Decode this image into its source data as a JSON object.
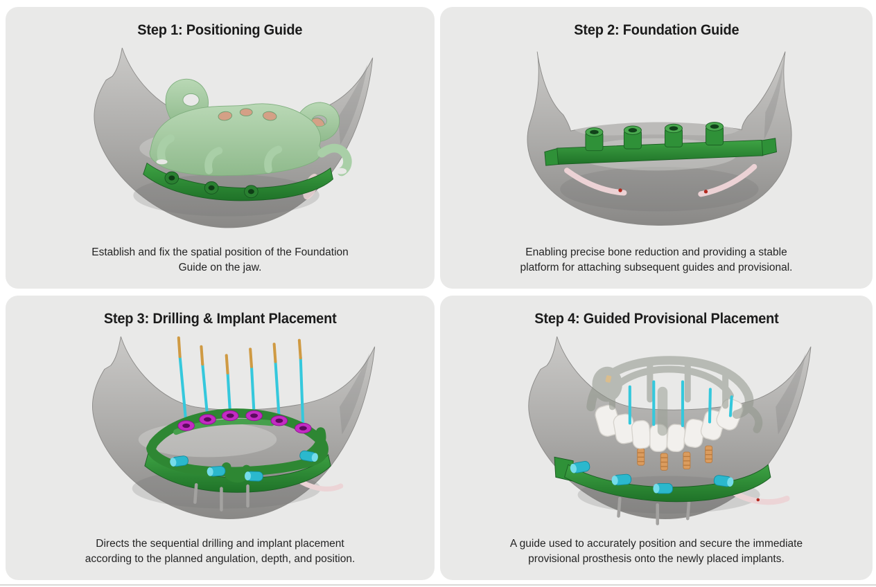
{
  "page": {
    "background": "#ffffff",
    "panel_background": "#e9e9e8"
  },
  "panels": [
    {
      "id": "step-1",
      "title": "Step 1: Positioning Guide",
      "caption_lines": [
        "Establish and fix the spatial position of the Foundation",
        "Guide on the jaw."
      ],
      "illustration": "mandible-with-positioning-guide"
    },
    {
      "id": "step-2",
      "title": "Step 2: Foundation Guide",
      "caption_lines": [
        "Enabling precise bone reduction and providing a stable",
        "platform for attaching subsequent guides and provisional."
      ],
      "illustration": "mandible-with-foundation-guide"
    },
    {
      "id": "step-3",
      "title": "Step 3: Drilling & Implant Placement",
      "caption_lines": [
        "Directs the sequential drilling and implant placement",
        "according to the planned angulation, depth, and position."
      ],
      "illustration": "mandible-with-drill-guide-and-implants"
    },
    {
      "id": "step-4",
      "title": "Step 4: Guided Provisional Placement",
      "caption_lines": [
        "A guide used to accurately position and secure the immediate",
        "provisional prosthesis onto the newly placed implants."
      ],
      "illustration": "mandible-with-provisional-prosthesis-guide"
    }
  ],
  "colors": {
    "bone_gray": "#a8a7a5",
    "positioning_guide_light_green": "#a9cfa7",
    "foundation_guide_dark_green": "#2f9138",
    "pin_cyan": "#35c8dc",
    "drill_sleeve_magenta": "#c32bc3",
    "drill_tip_orange": "#cf9a43",
    "implant_abutment_orange": "#db9c5e",
    "prosthesis_white": "#f2f0ed",
    "gum_peach": "#d4a086",
    "nerve_pink": "#ecd2d5"
  }
}
